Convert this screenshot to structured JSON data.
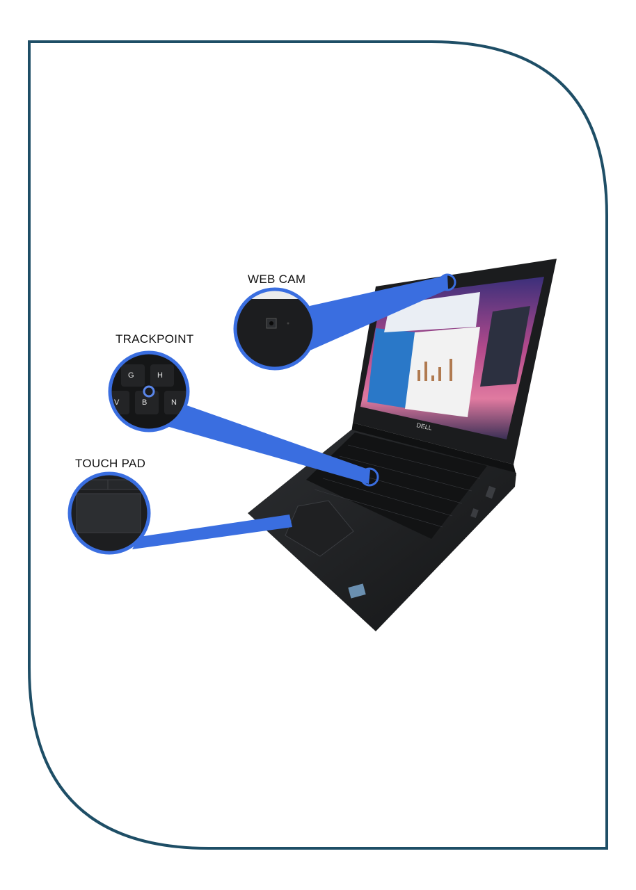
{
  "colors": {
    "frame": "#1e4e66",
    "callout": "#3a6ee0",
    "laptop_body": "#222426",
    "key": "#1a1b1d",
    "screen_sky": "#c44a8a"
  },
  "callouts": {
    "webcam": {
      "label": "WEB CAM"
    },
    "trackpoint": {
      "label": "TRACKPOINT",
      "keys": [
        "G",
        "H",
        "V",
        "B",
        "N"
      ]
    },
    "touchpad": {
      "label": "TOUCH PAD"
    }
  },
  "laptop": {
    "brand": "DELL"
  }
}
